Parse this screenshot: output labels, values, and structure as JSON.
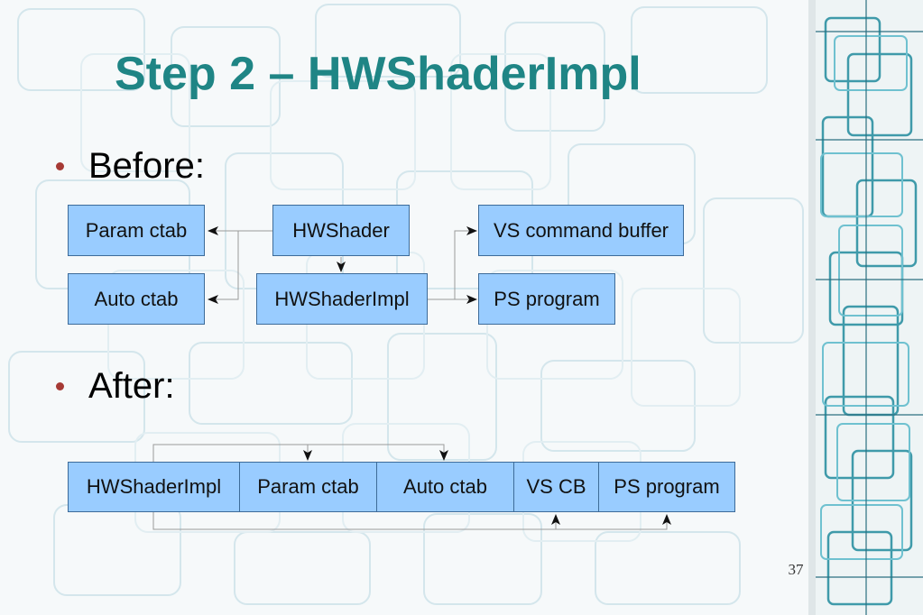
{
  "slide": {
    "title": "Step 2 – HWShaderImpl",
    "page_number": "37"
  },
  "before": {
    "bullet": "Before:",
    "boxes": {
      "param_ctab": "Param ctab",
      "hwshader": "HWShader",
      "vs_command_buffer": "VS command buffer",
      "auto_ctab": "Auto ctab",
      "hwshaderimpl": "HWShaderImpl",
      "ps_program": "PS program"
    }
  },
  "after": {
    "bullet": "After:",
    "cells": [
      "HWShaderImpl",
      "Param ctab",
      "Auto ctab",
      "VS CB",
      "PS program"
    ]
  },
  "colors": {
    "title": "#1f8585",
    "bullet_dot": "#a63a35",
    "box_fill": "#99ccff",
    "box_border": "#3d6b99"
  }
}
